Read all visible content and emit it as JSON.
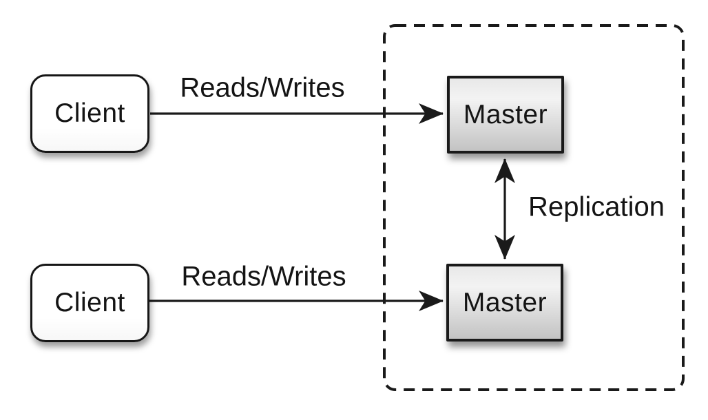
{
  "diagram": {
    "type": "architecture-diagram",
    "topic": "master-master replication",
    "background_color": "#ffffff",
    "stroke_color": "#1a1a1a",
    "nodes": {
      "client_top": {
        "label": "Client",
        "shape": "rounded-rect",
        "fill": "#ffffff"
      },
      "client_bottom": {
        "label": "Client",
        "shape": "rounded-rect",
        "fill": "#ffffff"
      },
      "master_top": {
        "label": "Master",
        "shape": "rect",
        "fill_gradient_top": "#f0f0f0",
        "fill_gradient_bottom": "#c3c3c3"
      },
      "master_bottom": {
        "label": "Master",
        "shape": "rect",
        "fill_gradient_top": "#f0f0f0",
        "fill_gradient_bottom": "#c3c3c3"
      }
    },
    "edges": {
      "reads_writes_top": {
        "label": "Reads/Writes",
        "from": "client_top",
        "to": "master_top",
        "direction": "single-arrow"
      },
      "reads_writes_bottom": {
        "label": "Reads/Writes",
        "from": "client_bottom",
        "to": "master_bottom",
        "direction": "single-arrow"
      },
      "replication": {
        "label": "Replication",
        "from": "master_top",
        "to": "master_bottom",
        "direction": "double-arrow"
      }
    },
    "container": {
      "name": "replicated-cluster-boundary",
      "style": "dashed-rounded-rect"
    }
  }
}
